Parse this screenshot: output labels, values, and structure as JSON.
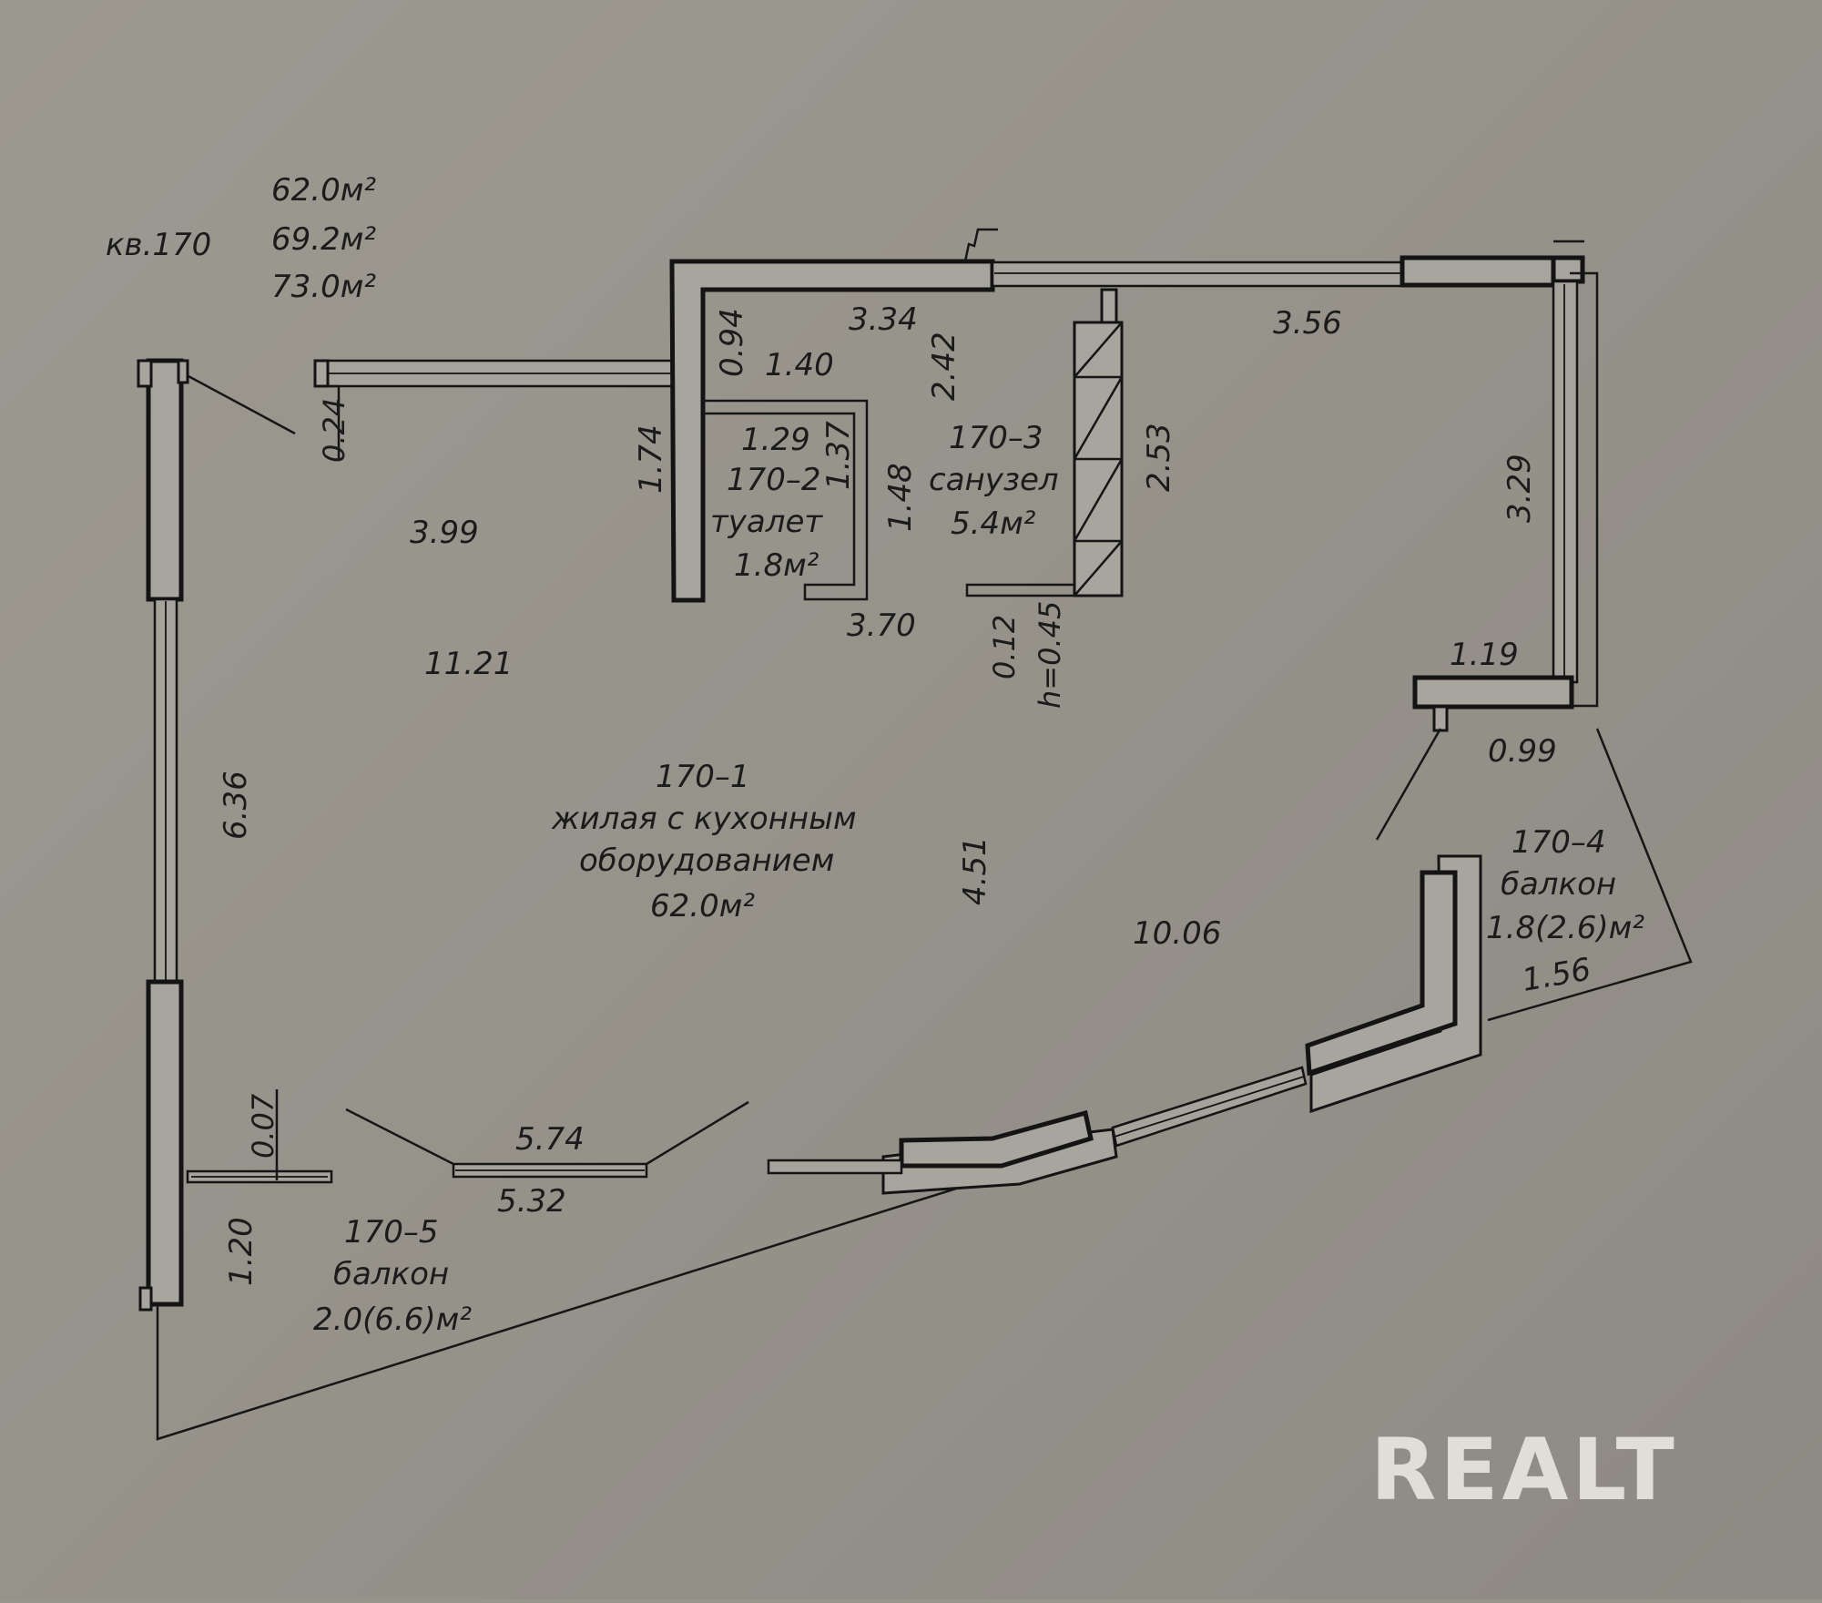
{
  "apartment": {
    "label": "кв.170",
    "areas": [
      "62.0м²",
      "69.2м²",
      "73.0м²"
    ]
  },
  "rooms": {
    "living": {
      "id": "170–1",
      "name_line1": "жилая с кухонным",
      "name_line2": "оборудованием",
      "area": "62.0м²"
    },
    "toilet": {
      "id": "170–2",
      "name": "туалет",
      "area": "1.8м²"
    },
    "bathroom": {
      "id": "170–3",
      "name": "санузел",
      "area": "5.4м²"
    },
    "balcony_right": {
      "id": "170–4",
      "name": "балкон",
      "area": "1.8(2.6)м²"
    },
    "balcony_left": {
      "id": "170–5",
      "name": "балкон",
      "area": "2.0(6.6)м²"
    }
  },
  "dimensions": {
    "d334": "3.34",
    "d356": "3.56",
    "d094": "0.94",
    "d140": "1.40",
    "d242": "2.42",
    "d024": "0.24",
    "d129": "1.29",
    "d137": "1.37",
    "d174": "1.74",
    "d148": "1.48",
    "d253": "2.53",
    "d329": "3.29",
    "d399": "3.99",
    "d370": "3.70",
    "d012": "0.12",
    "h045": "h=0.45",
    "d1121": "11.21",
    "d119": "1.19",
    "d099": "0.99",
    "d636": "6.36",
    "d451": "4.51",
    "d1006": "10.06",
    "d156": "1.56",
    "d007": "0.07",
    "d574": "5.74",
    "d532": "5.32",
    "d120": "1.20"
  },
  "watermark": "REALT",
  "colors": {
    "paper": "#98958d",
    "ink": "#161616",
    "watermark": "#eeece6"
  }
}
